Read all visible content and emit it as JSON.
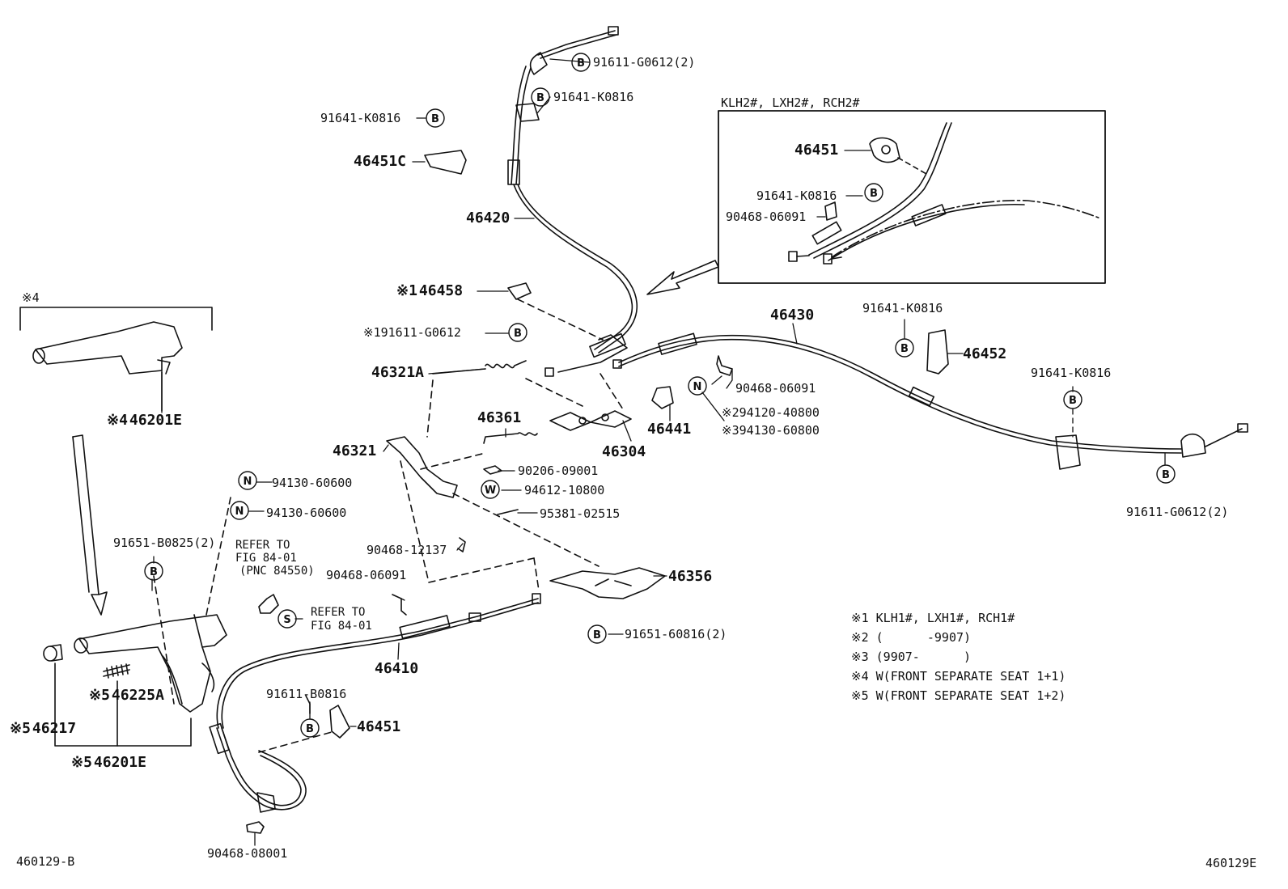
{
  "diagram_id_left": "460129-B",
  "diagram_id_right": "460129E",
  "inset_title": "KLH2#, LXH2#, RCH2#",
  "symbols": {
    "b": "B",
    "n": "N",
    "w": "W",
    "s": "S"
  },
  "marks": {
    "m1": "※1",
    "m2": "※2",
    "m3": "※3",
    "m4": "※4",
    "m5": "※5"
  },
  "parts": {
    "p91611_G0612_2": "91611-G0612(2)",
    "p91641_K0816": "91641-K0816",
    "p46451C": "46451C",
    "p46420": "46420",
    "p46451": "46451",
    "p90468_06091": "90468-06091",
    "p46458": "46458",
    "p91611_G0612": "91611-G0612",
    "p46430": "46430",
    "p46452": "46452",
    "p46321A": "46321A",
    "p46361": "46361",
    "p46441": "46441",
    "p46304": "46304",
    "p94120_40800": "94120-40800",
    "p94130_60800": "94130-60800",
    "p46321": "46321",
    "p90206_09001": "90206-09001",
    "p94612_10800": "94612-10800",
    "p95381_02515": "95381-02515",
    "p94130_60600": "94130-60600",
    "p91651_B0825_2": "91651-B0825(2)",
    "p90468_12137": "90468-12137",
    "p46356": "46356",
    "p91651_60816_2": "91651-60816(2)",
    "p46410": "46410",
    "p91611_B0816": "91611-B0816",
    "p46225A": "46225A",
    "p46217": "46217",
    "p46201E": "46201E",
    "p90468_08001": "90468-08001"
  },
  "refer": {
    "r1_line1": "REFER TO",
    "r1_line2": "FIG 84-01",
    "r1_line3": "(PNC 84550)",
    "r2_line1": "REFER TO",
    "r2_line2": "FIG 84-01"
  },
  "notes": [
    {
      "mark": "※1",
      "text": "KLH1#, LXH1#, RCH1#"
    },
    {
      "mark": "※2",
      "text": "(      -9907)"
    },
    {
      "mark": "※3",
      "text": "(9907-      )"
    },
    {
      "mark": "※4",
      "text": "W(FRONT SEPARATE SEAT 1+1)"
    },
    {
      "mark": "※5",
      "text": "W(FRONT SEPARATE SEAT 1+2)"
    }
  ]
}
